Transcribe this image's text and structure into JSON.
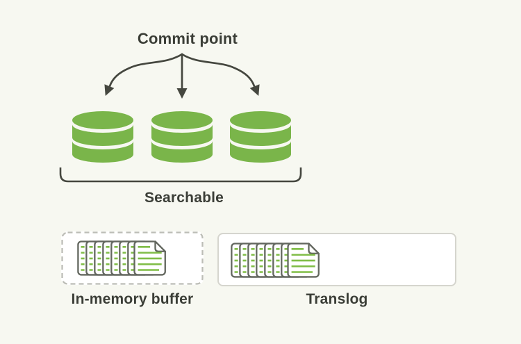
{
  "labels": {
    "commit_point": "Commit point",
    "searchable": "Searchable",
    "in_memory_buffer": "In-memory buffer",
    "translog": "Translog"
  },
  "segments": {
    "count": 3
  },
  "icons": {
    "segment": "database-cylinder-icon",
    "buffer_contents": "document-stack-icon",
    "translog_contents": "document-stack-icon",
    "commit_arrows": "branch-arrows-icon",
    "searchable_group": "underbrace-bracket-icon"
  },
  "colors": {
    "background": "#f7f8f1",
    "ink": "#45473f",
    "text": "#3b3e37",
    "green": "#7ab54a",
    "doc_line_green": "#80bd47",
    "doc_outline": "#63675f",
    "box_border": "#d5d5ce",
    "dash_border": "#bcbdb6",
    "box_fill": "#ffffff"
  }
}
